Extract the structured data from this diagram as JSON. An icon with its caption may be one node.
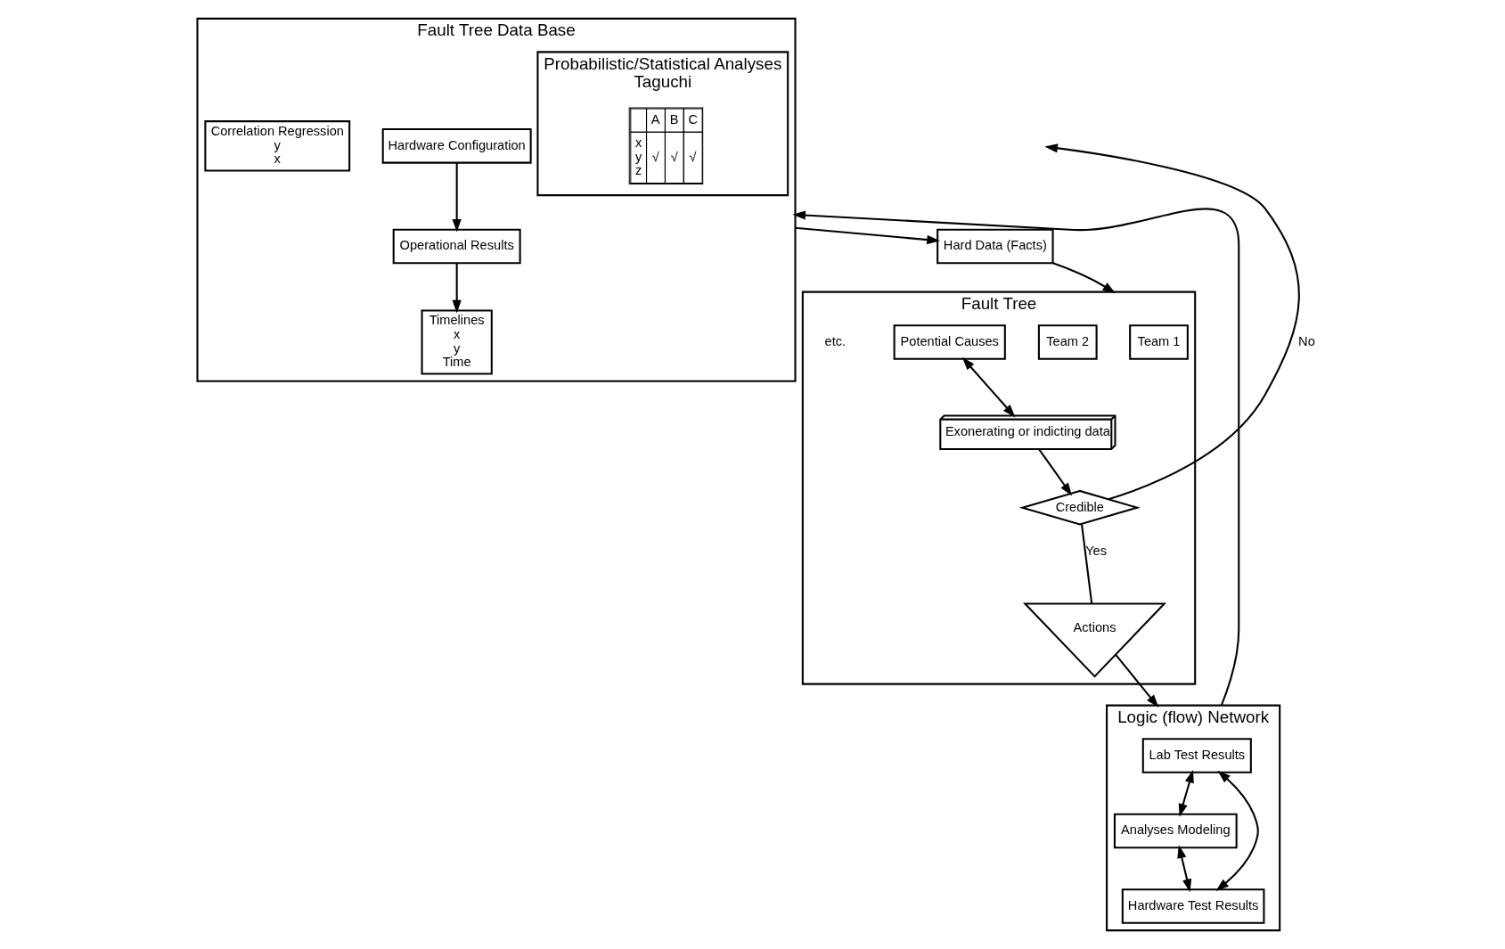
{
  "diagram": {
    "nodes": [
      {
        "text": [
          "Fault Tree"
        ]
      },
      {
        "text": [
          "Team 1"
        ],
        "in": 0
      },
      {
        "text": [
          "Team 2"
        ],
        "in": 0
      },
      {
        "text": [
          "Potential Causes"
        ],
        "in": 0
      },
      {
        "text": [
          "Exonerating or indicting data"
        ],
        "in": 0
      },
      {
        "text": [
          "Credible"
        ],
        "in": 0
      },
      {
        "text": [
          "Actions"
        ],
        "in": 0
      },
      {
        "text": [
          "Hard Data (Facts)"
        ]
      },
      {
        "text": [
          "Fault Tree Data Base"
        ]
      },
      {
        "text": [
          "Hardware Configuration"
        ],
        "in": 8
      },
      {
        "text": [
          "Operational Results"
        ],
        "in": 8
      },
      {
        "text": [
          "Timelines",
          "x",
          "y",
          "Time"
        ],
        "in": 8
      },
      {
        "text": [
          "Probabilistic/Statistical Analyses",
          "Taguchi"
        ],
        "in": 8
      },
      {
        "text": [
          "A",
          "B",
          "C",
          "x",
          "y",
          "z",
          "√",
          "√",
          "√"
        ],
        "in": 12
      },
      {
        "text": [
          "Correlation Regression",
          "y",
          "x"
        ],
        "in": 8
      },
      {
        "text": [
          "Logic (flow) Network"
        ]
      },
      {
        "text": [
          "Lab Test Results"
        ],
        "in": 15
      },
      {
        "text": [
          "Analyses Modeling"
        ],
        "in": 15
      },
      {
        "text": [
          "Hardware Test Results"
        ],
        "in": 15
      }
    ],
    "edges": [
      {
        "from": 3,
        "to": 4,
        "arrow": "both"
      },
      {
        "from": 4,
        "to": 5,
        "arrow": "to"
      },
      {
        "from": 5,
        "to": null,
        "arrow": "to",
        "label": "No"
      },
      {
        "from": 5,
        "to": 6,
        "arrow": "none",
        "label": "Yes"
      },
      {
        "from": 6,
        "to": 15,
        "arrow": "to"
      },
      {
        "from": 15,
        "to": 8,
        "arrow": "to"
      },
      {
        "from": 8,
        "to": 7,
        "arrow": "to"
      },
      {
        "from": 7,
        "to": 0,
        "arrow": "to"
      },
      {
        "from": 9,
        "to": 10,
        "arrow": "to"
      },
      {
        "from": 10,
        "to": 11,
        "arrow": "to"
      },
      {
        "from": 16,
        "to": 17,
        "arrow": "both"
      },
      {
        "from": 16,
        "to": 18,
        "arrow": "both"
      },
      {
        "from": 17,
        "to": 18,
        "arrow": "both"
      }
    ],
    "labels": [
      "etc."
    ]
  }
}
